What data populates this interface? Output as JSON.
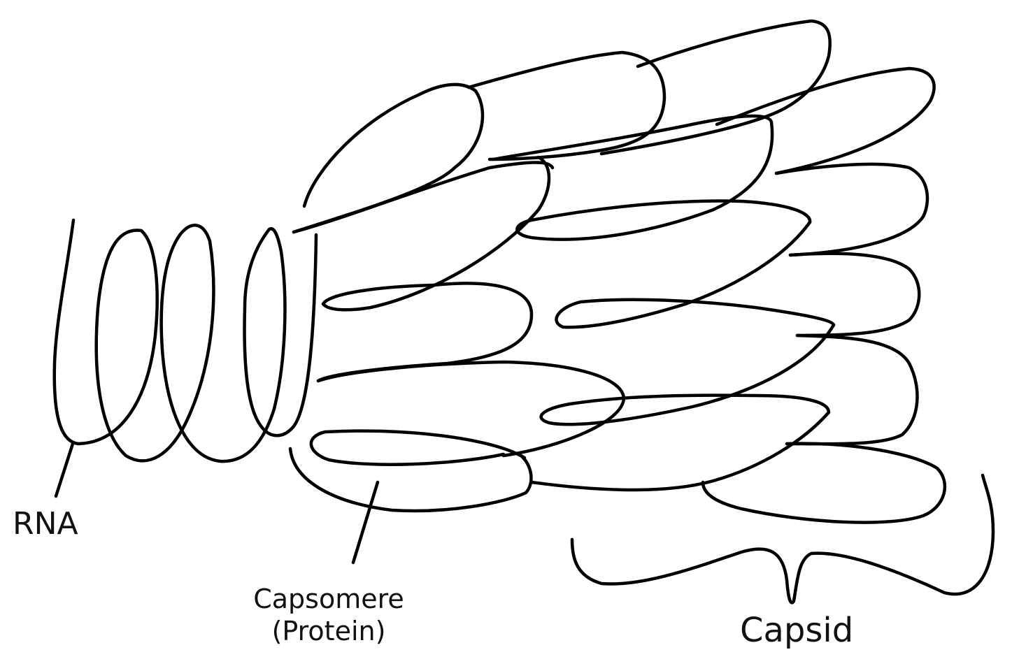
{
  "labels": {
    "rna": "RNA",
    "capsomere_line1": "Capsomere",
    "capsomere_line2": "(Protein)",
    "capsid": "Capsid"
  },
  "colors": {
    "stroke": "#000000",
    "background": "#ffffff"
  }
}
